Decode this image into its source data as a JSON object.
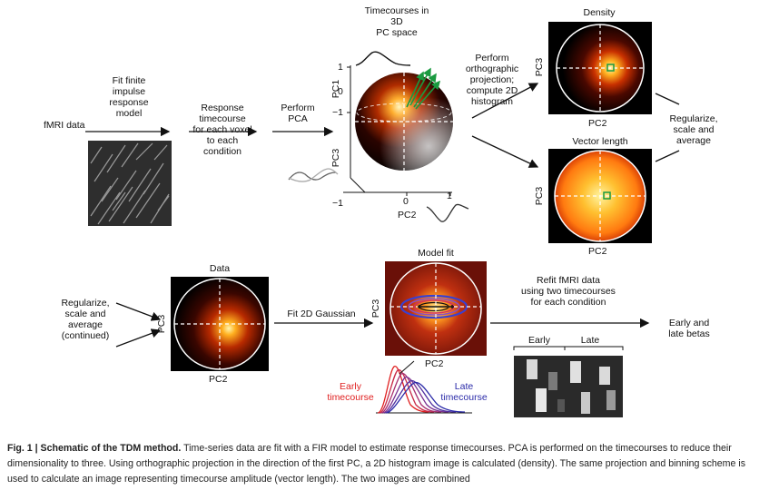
{
  "labels": {
    "fmri_data": "fMRI\ndata",
    "fit_fir": "Fit finite\nimpulse\nresponse\nmodel",
    "response_tc": "Response\ntimecourse\nfor each voxel\nto each\ncondition",
    "perform_pca": "Perform\nPCA",
    "timecourses_3d": "Timecourses in\n3D\nPC space",
    "ortho_proj": "Perform\northographic\nprojection;\ncompute 2D\nhistogram",
    "density": "Density",
    "vector_length": "Vector length",
    "regularize": "Regularize,\nscale and\naverage",
    "regularize_cont": "Regularize,\nscale and\naverage\n(continued)",
    "data": "Data",
    "fit_gaussian": "Fit 2D Gaussian",
    "model_fit": "Model fit",
    "refit": "Refit fMRI data\nusing two timecourses\nfor each condition",
    "early_late_betas": "Early and\nlate betas",
    "early": "Early",
    "late": "Late",
    "early_tc": "Early\ntimecourse",
    "late_tc": "Late\ntimecourse"
  },
  "axes": {
    "pc1": "PC1",
    "pc2": "PC2",
    "pc3": "PC3",
    "t1": "1",
    "t0": "0",
    "tm1": "−1"
  },
  "caption": {
    "lead": "Fig. 1 | Schematic of the TDM method.",
    "text": " Time-series data are fit with a FIR model to estimate response timecourses. PCA is performed on the timecourses to reduce their dimensionality to three. Using orthographic projection in the direction of the first PC, a 2D histogram image is calculated (density). The same projection and binning scheme is used to calculate an image representing timecourse amplitude (vector length). The two images are combined"
  },
  "colors": {
    "early": "#e02020",
    "late": "#2a2aa8",
    "arrow": "#111111",
    "green_vectors": "#1a9a40"
  }
}
